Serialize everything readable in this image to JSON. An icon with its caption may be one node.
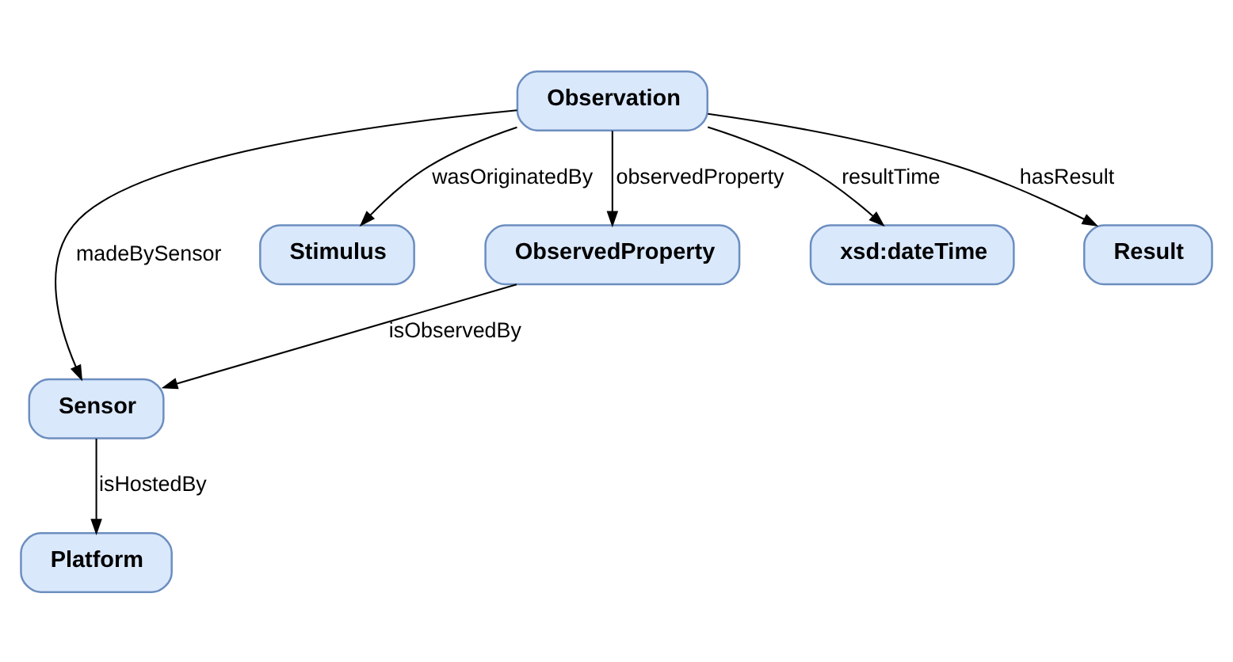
{
  "diagram": {
    "nodes": [
      {
        "text": [
          "Sensor"
        ]
      },
      {
        "text": [
          "Platform"
        ]
      },
      {
        "text": [
          "Stimulus"
        ]
      },
      {
        "text": [
          "Observation"
        ]
      },
      {
        "text": [
          "ObservedProperty"
        ]
      },
      {
        "text": [
          "xsd:dateTime"
        ]
      },
      {
        "text": [
          "Result"
        ]
      }
    ],
    "edges": [
      {
        "from": 0,
        "to": 1,
        "arrow": "to",
        "label": "isHostedBy"
      },
      {
        "from": 3,
        "to": 0,
        "arrow": "to",
        "label": "madeBySensor"
      },
      {
        "from": 3,
        "to": 2,
        "arrow": "to",
        "label": "wasOriginatedBy"
      },
      {
        "from": 3,
        "to": 4,
        "arrow": "to",
        "label": "observedProperty"
      },
      {
        "from": 4,
        "to": 0,
        "arrow": "to",
        "label": "isObservedBy"
      },
      {
        "from": 3,
        "to": 5,
        "arrow": "to",
        "label": "resultTime"
      },
      {
        "from": 3,
        "to": 6,
        "arrow": "to",
        "label": "hasResult"
      }
    ]
  }
}
